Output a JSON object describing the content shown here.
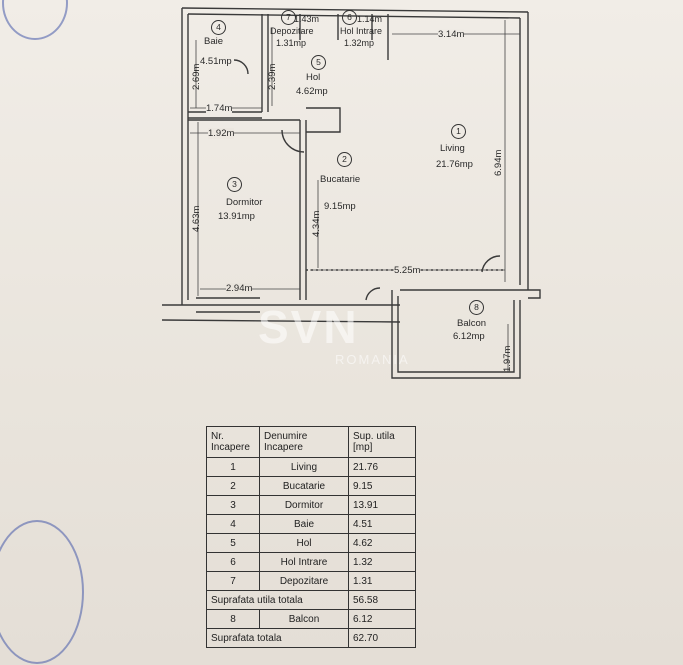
{
  "rooms": [
    {
      "num": "1",
      "name": "Living",
      "area": "21.76mp"
    },
    {
      "num": "2",
      "name": "Bucatarie",
      "area": "9.15mp"
    },
    {
      "num": "3",
      "name": "Dormitor",
      "area": "13.91mp"
    },
    {
      "num": "4",
      "name": "Baie",
      "area": "4.51mp"
    },
    {
      "num": "5",
      "name": "Hol",
      "area": "4.62mp"
    },
    {
      "num": "6",
      "name": "Hol Intrare",
      "area": "1.32mp"
    },
    {
      "num": "7",
      "name": "Depozitare",
      "area": "1.31mp"
    },
    {
      "num": "8",
      "name": "Balcon",
      "area": "6.12mp"
    }
  ],
  "dimensions": {
    "living_width": "3.14m",
    "living_height": "6.94m",
    "living_bottom": "5.25m",
    "bucatarie_height": "4.34m",
    "dormitor_height": "4.63m",
    "dormitor_top": "1.92m",
    "dormitor_bottom": "2.94m",
    "baie_bottom": "1.74m",
    "baie_height": "2.69m",
    "hol_height": "2.39m",
    "depozitare_top": "1.43m",
    "hol_intrare_top": "1.14m",
    "balcon_height": "1.97m"
  },
  "watermark": {
    "brand": "SVN",
    "sub": "ROMANIA"
  },
  "table": {
    "headers": [
      "Nr. Incapere",
      "Denumire Incapere",
      "Sup. utila [mp]"
    ],
    "rows": [
      [
        "1",
        "Living",
        "21.76"
      ],
      [
        "2",
        "Bucatarie",
        "9.15"
      ],
      [
        "3",
        "Dormitor",
        "13.91"
      ],
      [
        "4",
        "Baie",
        "4.51"
      ],
      [
        "5",
        "Hol",
        "4.62"
      ],
      [
        "6",
        "Hol Intrare",
        "1.32"
      ],
      [
        "7",
        "Depozitare",
        "1.31"
      ]
    ],
    "total_util_label": "Suprafata utila totala",
    "total_util_value": "56.58",
    "balcon_row": [
      "8",
      "Balcon",
      "6.12"
    ],
    "total_label": "Suprafata totala",
    "total_value": "62.70"
  }
}
